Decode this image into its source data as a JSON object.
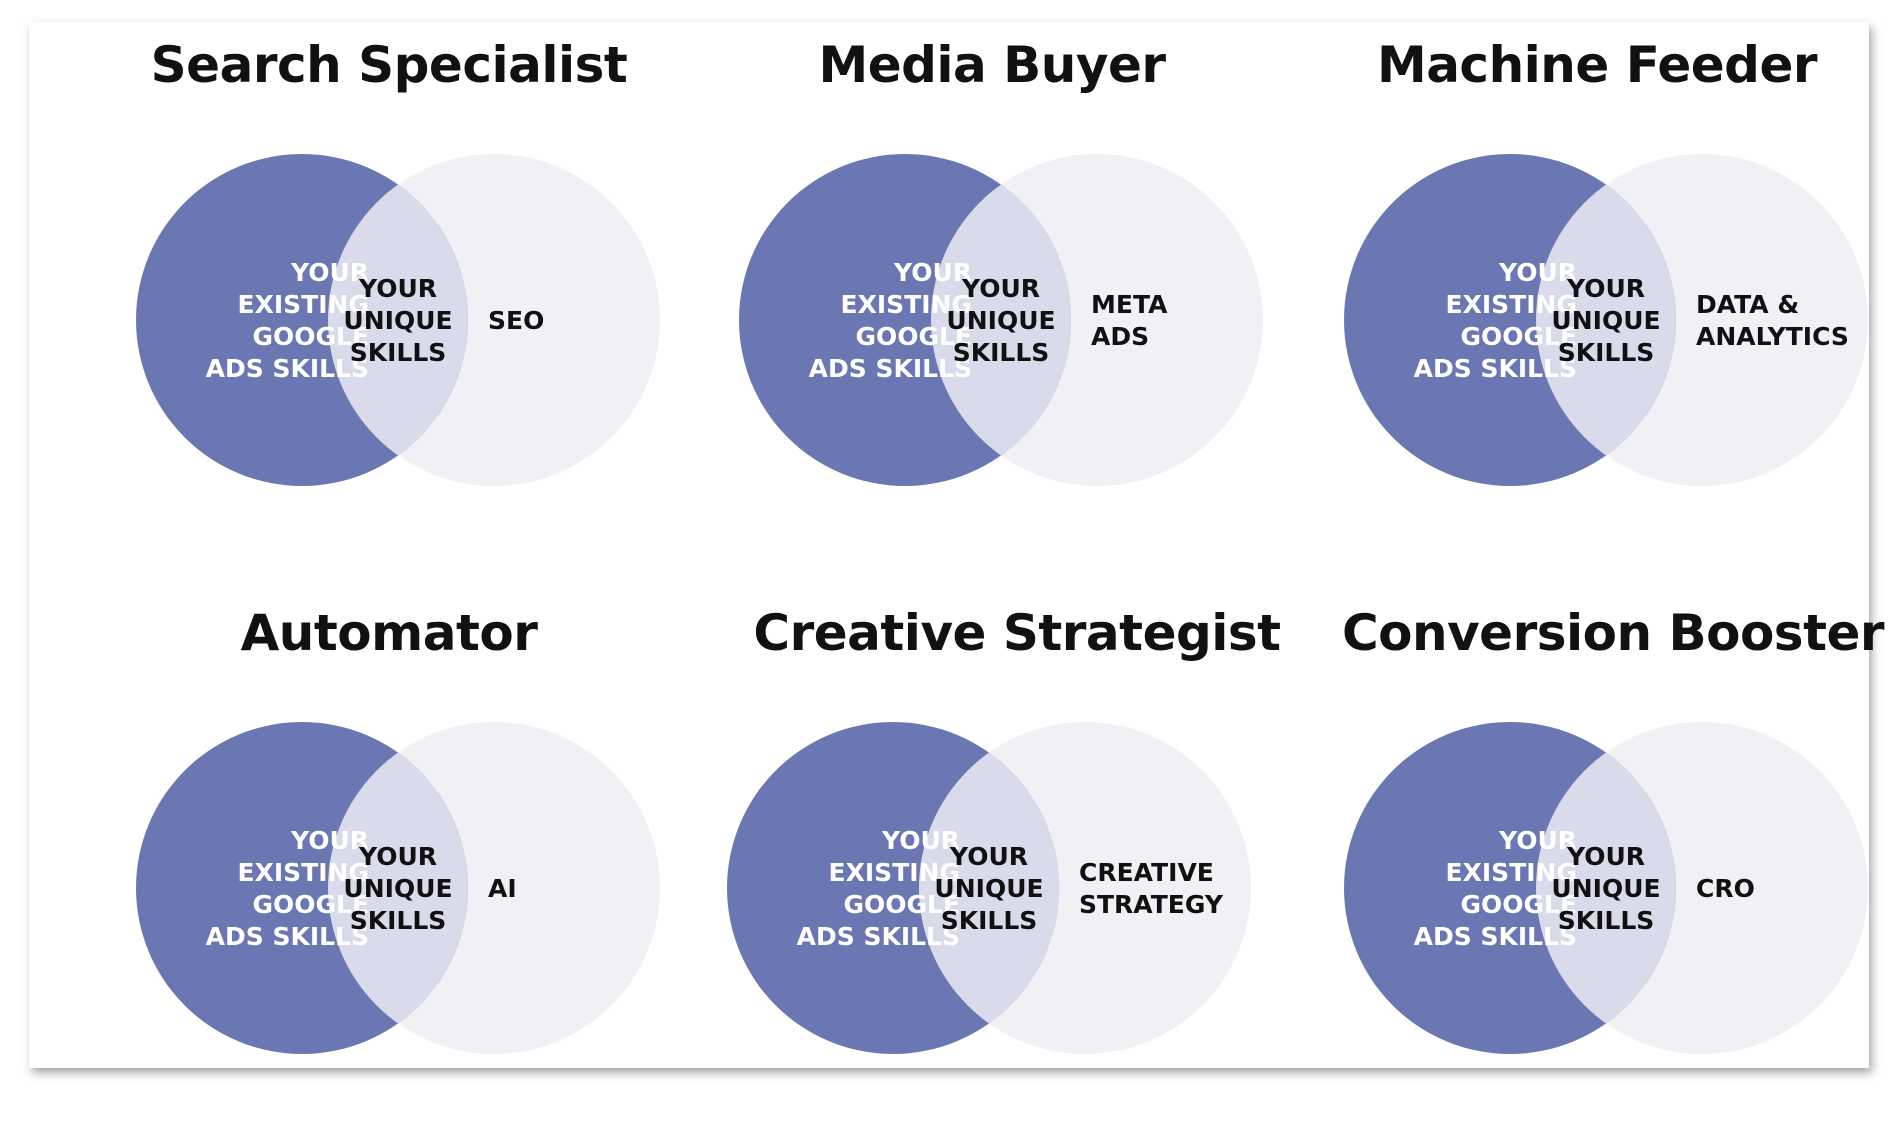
{
  "colors": {
    "left_circle": "#6b77b3",
    "right_circle": "#f1f1f5",
    "overlap": "#d9dbea",
    "left_text": "#ffffff",
    "dark_text": "#111111",
    "title_text": "#111111"
  },
  "shared": {
    "left_lines": [
      "YOUR",
      "EXISTING",
      "GOOGLE",
      "ADS SKILLS"
    ],
    "center_lines": [
      "YOUR",
      "UNIQUE",
      "SKILLS"
    ]
  },
  "panels": [
    {
      "title": "Search Specialist",
      "right_lines": [
        "SEO"
      ]
    },
    {
      "title": "Media Buyer",
      "right_lines": [
        "META",
        "ADS"
      ]
    },
    {
      "title": "Machine Feeder",
      "right_lines": [
        "DATA &",
        "ANALYTICS"
      ]
    },
    {
      "title": "Automator",
      "right_lines": [
        "AI"
      ]
    },
    {
      "title": "Creative Strategist",
      "right_lines": [
        "CREATIVE",
        "STRATEGY"
      ]
    },
    {
      "title": "Conversion Booster",
      "right_lines": [
        "CRO"
      ]
    }
  ]
}
